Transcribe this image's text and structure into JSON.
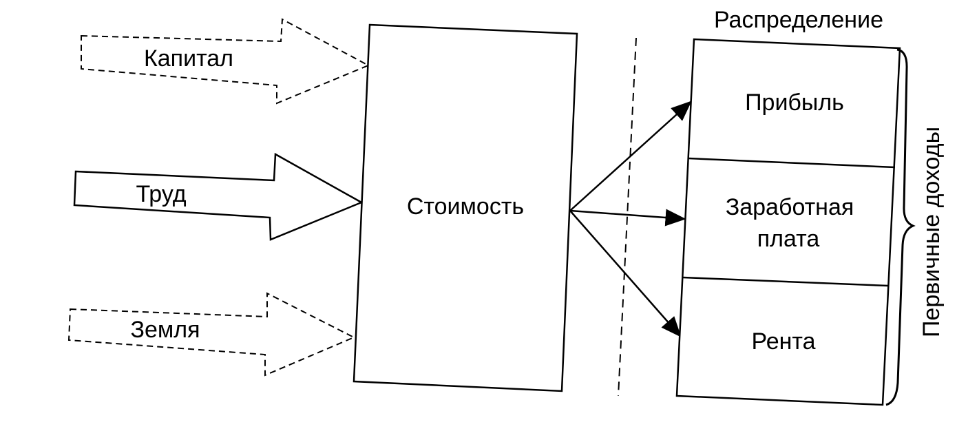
{
  "inputs": {
    "capital": "Капитал",
    "labor": "Труд",
    "land": "Земля"
  },
  "value_box": {
    "label": "Стоимость"
  },
  "distribution": {
    "title": "Распределение",
    "profit": "Прибыль",
    "wages_line1": "Заработная",
    "wages_line2": "плата",
    "rent": "Рента"
  },
  "side_label": "Первичные доходы"
}
